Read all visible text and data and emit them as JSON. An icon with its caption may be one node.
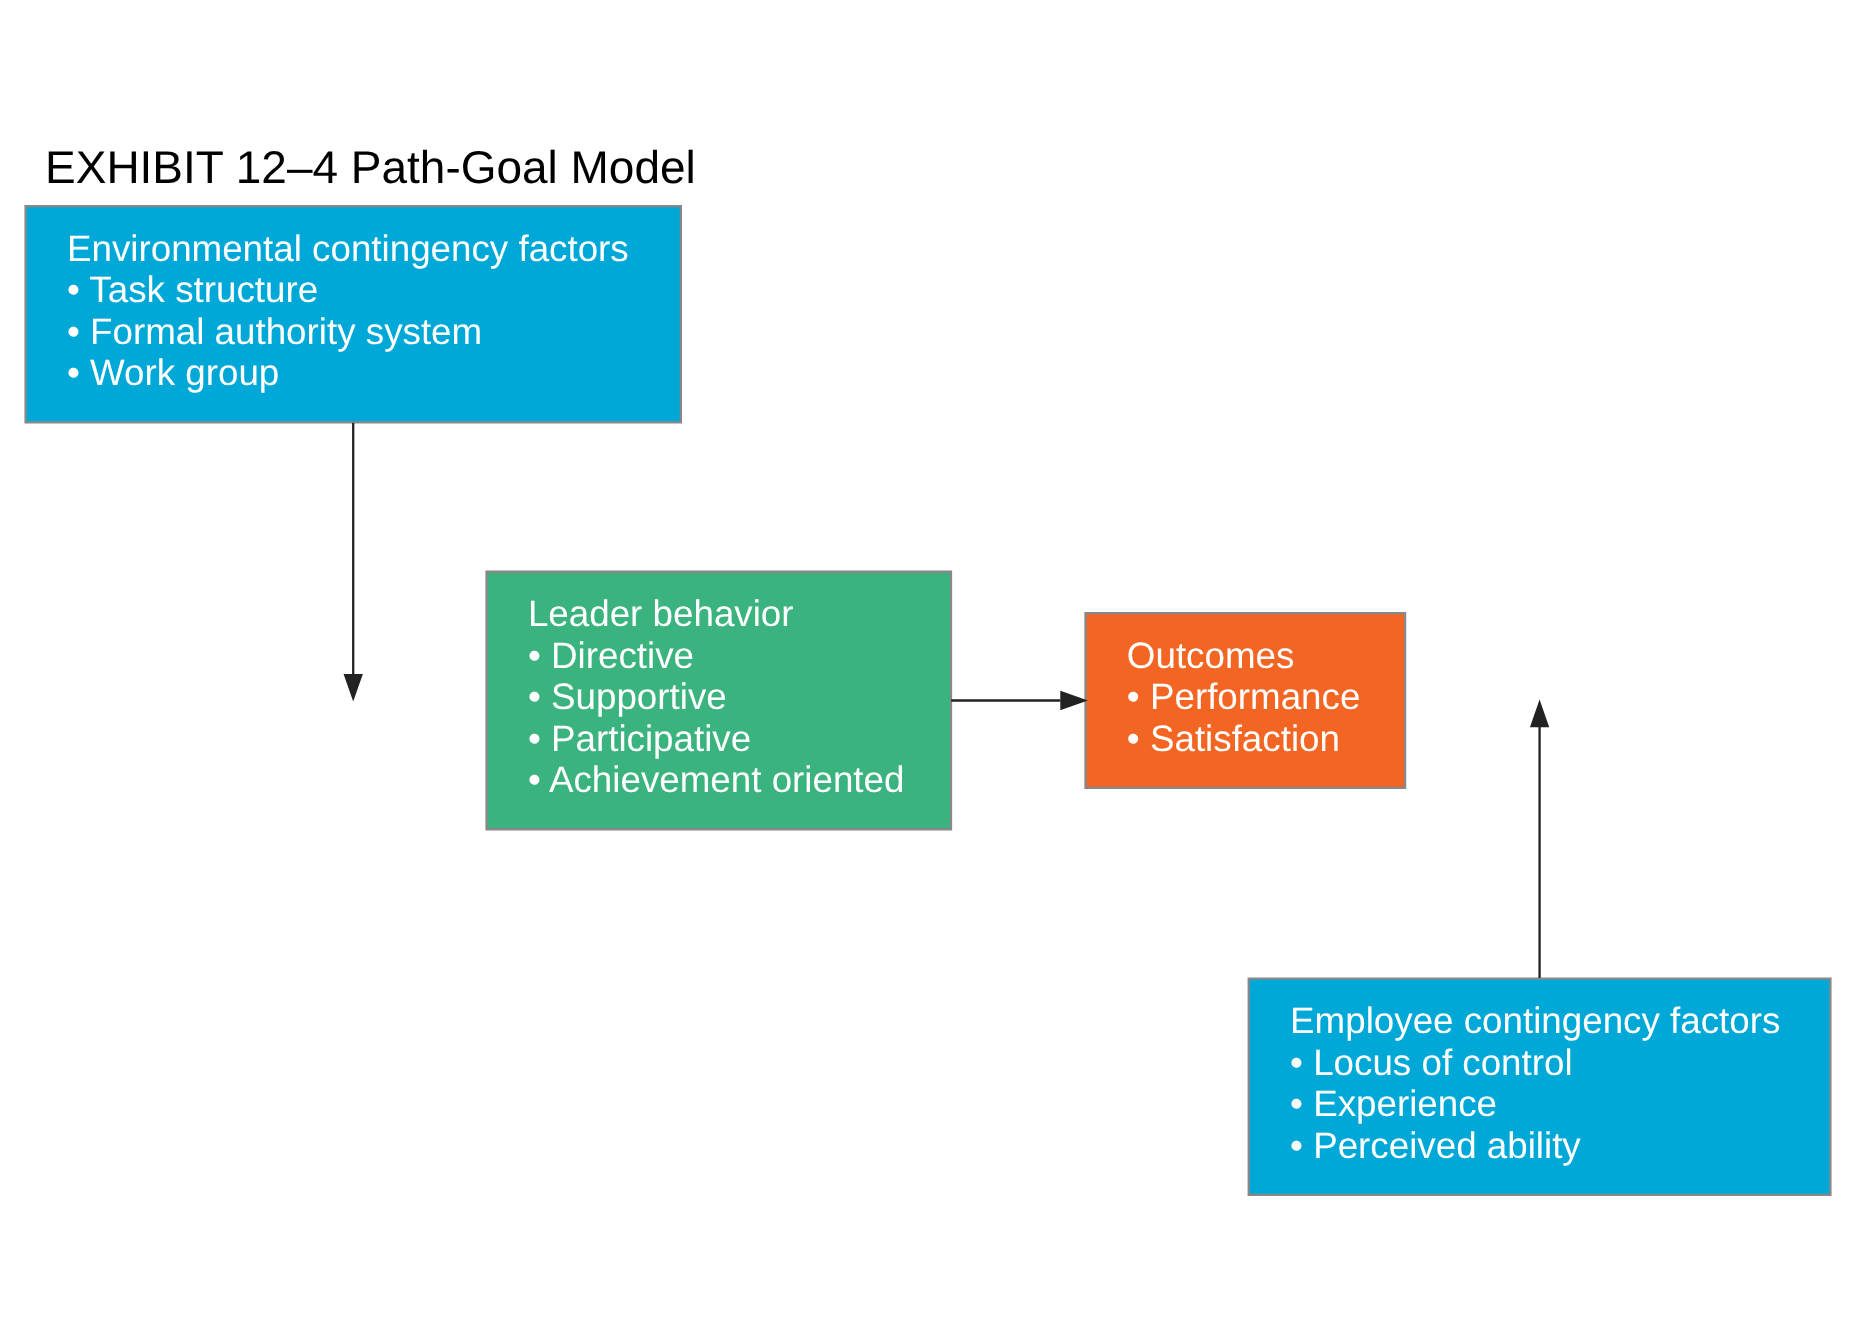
{
  "diagram": {
    "title": "EXHIBIT 12–4 Path-Goal Model",
    "nodes": [
      {
        "text": [
          "Environmental contingency factors",
          "• Task structure",
          "• Formal authority system",
          "• Work group"
        ]
      },
      {
        "text": [
          "Leader behavior",
          "• Directive",
          "• Supportive",
          "• Participative",
          "• Achievement oriented"
        ]
      },
      {
        "text": [
          "Outcomes",
          "• Performance",
          "• Satisfaction"
        ]
      },
      {
        "text": [
          "Employee contingency factors",
          "• Locus of control",
          "• Experience",
          "• Perceived ability"
        ]
      }
    ],
    "edges": [
      {
        "from": 1,
        "to": 2,
        "arrow": "to"
      },
      {
        "from": 0,
        "to": null,
        "arrow": "to"
      },
      {
        "from": 3,
        "to": null,
        "arrow": "to"
      }
    ]
  }
}
